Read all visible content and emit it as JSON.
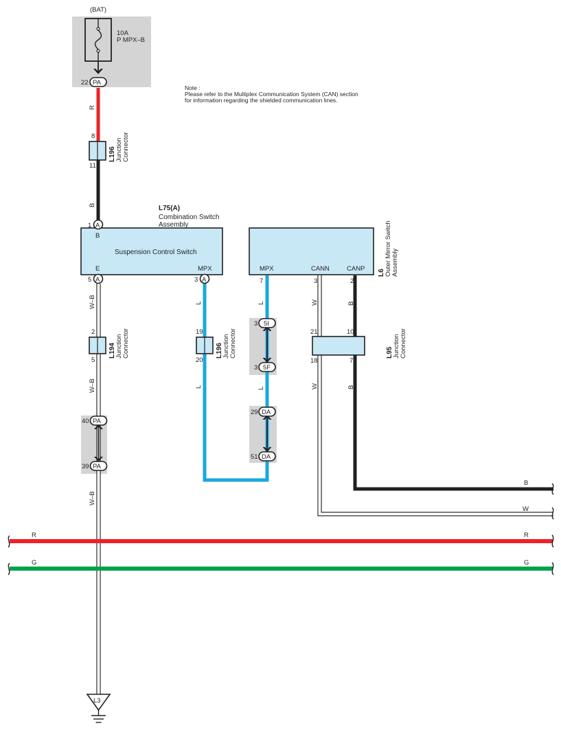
{
  "colors": {
    "red": "#ec2227",
    "black": "#231f20",
    "blue": "#1aa7e0",
    "green": "#02a24b",
    "white_wire": "#ffffff",
    "box_fill": "#c8e8f6",
    "shade": "#d4d4d5"
  },
  "fuse": {
    "source": "(BAT)",
    "rating": "10A",
    "name": "P MPX–B",
    "pin": "22",
    "conn": "PA"
  },
  "note": {
    "line1": "Note :",
    "line2": "Please refer to the Multiplex Communication System (CAN) section",
    "line3": "for information regarding the shielded communication lines."
  },
  "l196_top": {
    "code": "L196",
    "line1": "Junction",
    "line2": "Connector",
    "pin_top": "8",
    "pin_bottom": "11"
  },
  "l75": {
    "code": "L75(A)",
    "line1": "Combination Switch",
    "line2": "Assembly",
    "title": "Suspension Control Switch",
    "pin_b_label": "B",
    "pin_b_num": "1",
    "pin_e_label": "E",
    "pin_e_num": "5",
    "pin_mpx_label": "MPX",
    "pin_mpx_num": "3",
    "conn": "A"
  },
  "l6": {
    "code": "L6",
    "line1": "Outer Mirror Switch",
    "line2": "Assembly",
    "pin_mpx": "MPX",
    "pin_cann": "CANN",
    "pin_canp": "CANP",
    "num_mpx": "7",
    "num_cann": "3",
    "num_canp": "2"
  },
  "l194": {
    "code": "L194",
    "line1": "Junction",
    "line2": "Connector",
    "pin_top": "2",
    "pin_bottom": "5"
  },
  "l196_mid": {
    "code": "L196",
    "line1": "Junction",
    "line2": "Connector",
    "pin_top": "19",
    "pin_bottom": "20"
  },
  "l95": {
    "code": "L95",
    "line1": "Junction",
    "line2": "Connector",
    "pin_tl": "21",
    "pin_tr": "10",
    "pin_bl": "18",
    "pin_br": "7"
  },
  "pa_link": {
    "top_num": "40",
    "top_conn": "PA",
    "bot_num": "39",
    "bot_conn": "PA"
  },
  "f5_link": {
    "top_num": "3",
    "top_conn": "5I",
    "bot_num": "3",
    "bot_conn": "5F"
  },
  "da_link": {
    "top_num": "29",
    "top_conn": "DA",
    "bot_num": "51",
    "bot_conn": "DA"
  },
  "wires": {
    "r": "R",
    "b": "B",
    "wb": "W–B",
    "l": "L",
    "w": "W",
    "g": "G"
  },
  "ground": {
    "label": "L3"
  }
}
